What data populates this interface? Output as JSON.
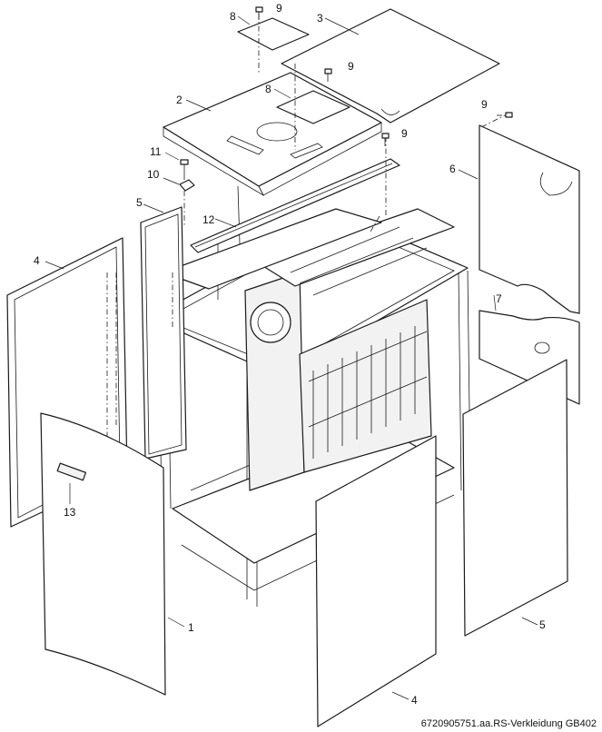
{
  "callouts": [
    {
      "id": "c1",
      "text": "1"
    },
    {
      "id": "c2",
      "text": "2"
    },
    {
      "id": "c3",
      "text": "3"
    },
    {
      "id": "c4a",
      "text": "4"
    },
    {
      "id": "c4b",
      "text": "4"
    },
    {
      "id": "c5a",
      "text": "5"
    },
    {
      "id": "c5b",
      "text": "5"
    },
    {
      "id": "c6",
      "text": "6"
    },
    {
      "id": "c7",
      "text": "7"
    },
    {
      "id": "c8a",
      "text": "8"
    },
    {
      "id": "c8b",
      "text": "8"
    },
    {
      "id": "c9a",
      "text": "9"
    },
    {
      "id": "c9b",
      "text": "9"
    },
    {
      "id": "c9c",
      "text": "9"
    },
    {
      "id": "c9d",
      "text": "9"
    },
    {
      "id": "c10",
      "text": "10"
    },
    {
      "id": "c11",
      "text": "11"
    },
    {
      "id": "c12",
      "text": "12"
    },
    {
      "id": "c13",
      "text": "13"
    }
  ],
  "figure_id": "6720905751.aa.RS-Verkleidung GB402"
}
